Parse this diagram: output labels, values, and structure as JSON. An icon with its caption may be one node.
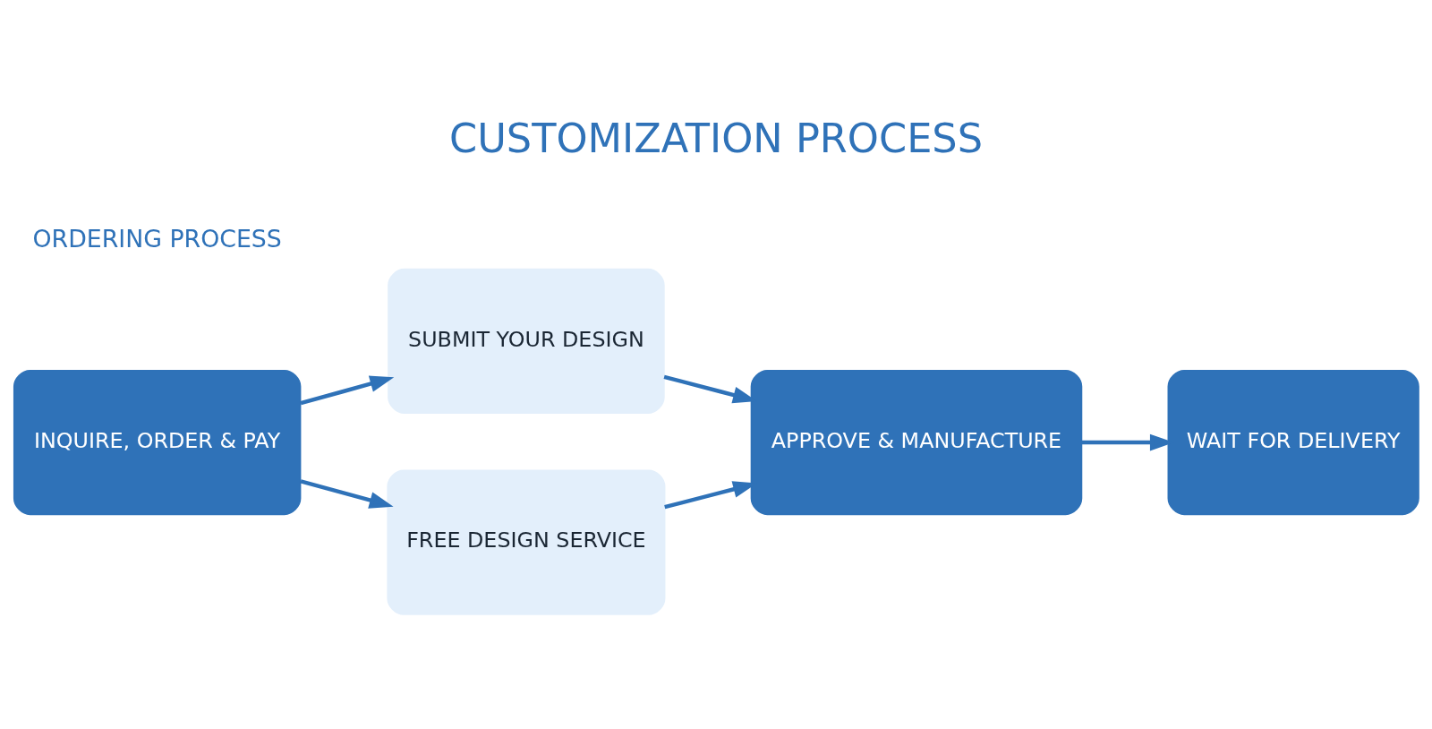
{
  "diagram": {
    "title": "CUSTOMIZATION PROCESS",
    "nodes": [
      {
        "text": [
          "INQUIRE, ORDER & PAY"
        ]
      },
      {
        "text": [
          "SUBMIT YOUR DESIGN"
        ]
      },
      {
        "text": [
          "FREE DESIGN SERVICE"
        ]
      },
      {
        "text": [
          "APPROVE & MANUFACTURE"
        ]
      },
      {
        "text": [
          "WAIT FOR DELIVERY"
        ]
      }
    ],
    "edges": [
      {
        "from": 0,
        "to": 1,
        "arrow": "to"
      },
      {
        "from": 0,
        "to": 2,
        "arrow": "to"
      },
      {
        "from": 1,
        "to": 3,
        "arrow": "to"
      },
      {
        "from": 2,
        "to": 3,
        "arrow": "to"
      },
      {
        "from": 3,
        "to": 4,
        "arrow": "to"
      }
    ],
    "labels": [
      "ORDERING PROCESS"
    ]
  }
}
